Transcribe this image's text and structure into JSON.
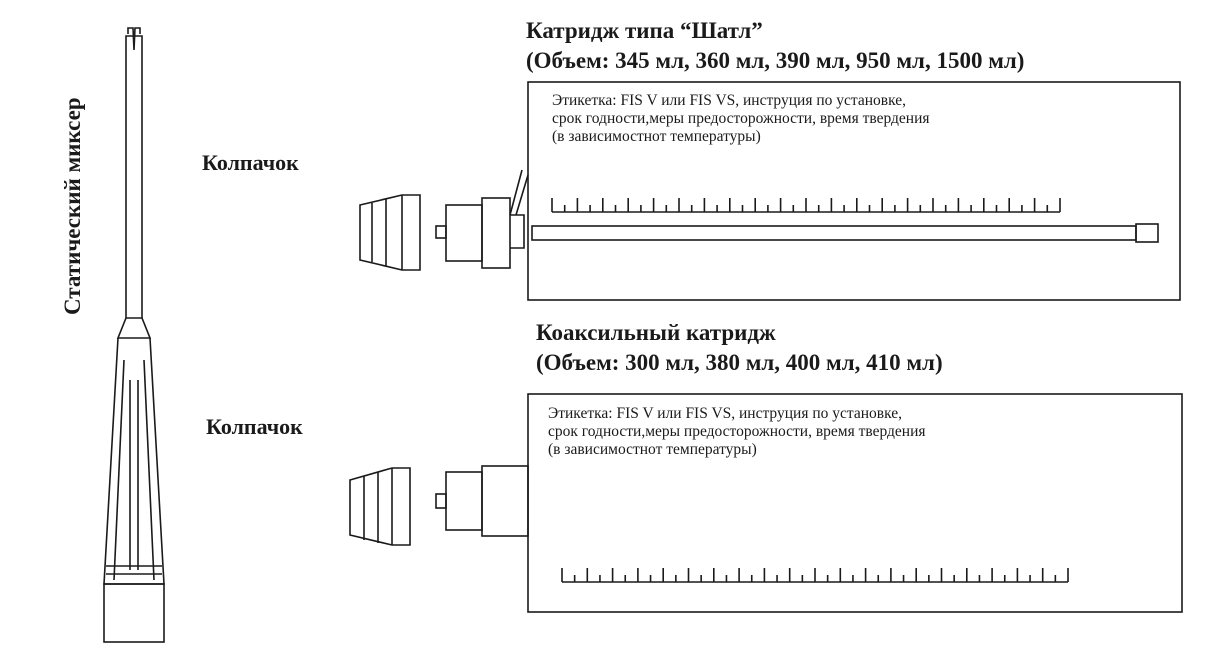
{
  "mixer": {
    "label": "Статический миксер"
  },
  "shuttle": {
    "cap_label": "Колпачок",
    "title": "Катридж типа “Шатл”",
    "volume": "(Объем: 345 мл, 360 мл, 390 мл, 950 мл, 1500 мл)",
    "etiquette": [
      "Этикетка: FIS V или FIS VS, инструция по установке,",
      "срок годности,меры предосторожности, время твердения",
      "(в зависимостнот температуры)"
    ]
  },
  "coaxial": {
    "cap_label": "Колпачок",
    "title": "Коаксильный катридж",
    "volume": "(Объем: 300 мл, 380 мл, 400 мл, 410 мл)",
    "etiquette": [
      "Этикетка: FIS V или FIS VS, инструция по установке,",
      "срок годности,меры предосторожности, время твердения",
      "(в зависимостнот температуры)"
    ]
  },
  "colors": {
    "line": "#1a1a1a",
    "background": "#ffffff"
  }
}
